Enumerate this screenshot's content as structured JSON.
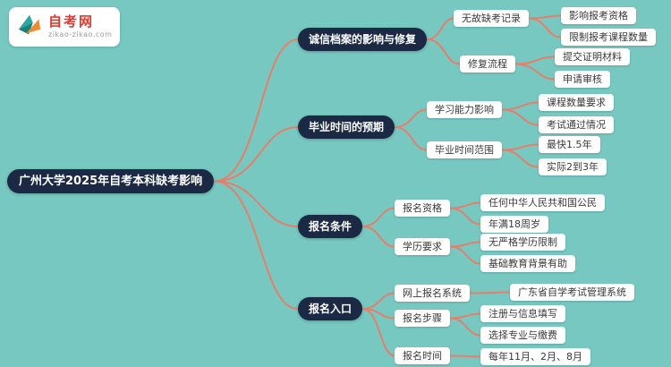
{
  "colors": {
    "background": "#76C8C1",
    "node_dark": "#1B2945",
    "node_light": "#FFFFFF",
    "line": "#E57F6B",
    "logo_red": "#E0392F"
  },
  "logo": {
    "title": "自考网",
    "url": "zikao-zikao.com"
  },
  "root": {
    "label": "广州大学2025年自考本科缺考影响"
  },
  "branches": [
    {
      "label": "诚信档案的影响与修复",
      "children": [
        {
          "label": "无故缺考记录",
          "leaves": [
            "影响报考资格",
            "限制报考课程数量"
          ]
        },
        {
          "label": "修复流程",
          "leaves": [
            "提交证明材料",
            "申请审核"
          ]
        }
      ]
    },
    {
      "label": "毕业时间的预期",
      "children": [
        {
          "label": "学习能力影响",
          "leaves": [
            "课程数量要求",
            "考试通过情况"
          ]
        },
        {
          "label": "毕业时间范围",
          "leaves": [
            "最快1.5年",
            "实际2到3年"
          ]
        }
      ]
    },
    {
      "label": "报名条件",
      "children": [
        {
          "label": "报名资格",
          "leaves": [
            "任何中华人民共和国公民",
            "年满18周岁"
          ]
        },
        {
          "label": "学历要求",
          "leaves": [
            "无严格学历限制",
            "基础教育背景有助"
          ]
        }
      ]
    },
    {
      "label": "报名入口",
      "children": [
        {
          "label": "网上报名系统",
          "leaves": [
            "广东省自学考试管理系统"
          ]
        },
        {
          "label": "报名步骤",
          "leaves": [
            "注册与信息填写",
            "选择专业与缴费"
          ]
        },
        {
          "label": "报名时间",
          "leaves": [
            "每年11月、2月、8月"
          ]
        }
      ]
    }
  ]
}
